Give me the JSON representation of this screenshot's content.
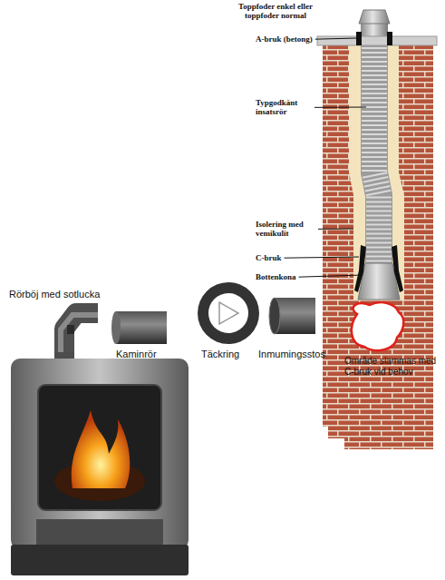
{
  "diagram": {
    "labels": [
      "Toppfoder enkel eller toppfoder normal",
      "A-bruk (betong)",
      "Typgodkänt insatsrör",
      "Isolering med vemikulit",
      "C-bruk",
      "Bottenkona",
      "Område slammas med C-bruk vid behov",
      "Rörböj med sotlucka",
      "Kaminrör",
      "Täckring",
      "Inmumingsstos"
    ]
  }
}
